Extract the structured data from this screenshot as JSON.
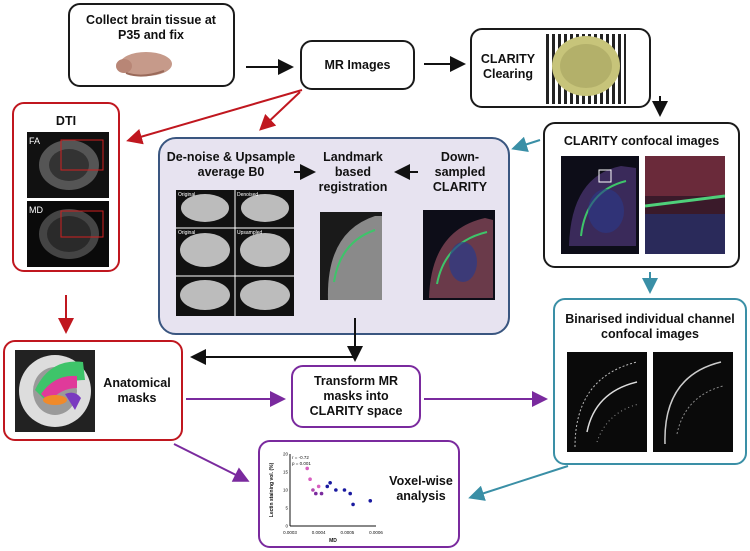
{
  "boxes": {
    "collect": "Collect brain tissue at P35 and fix",
    "mr": "MR Images",
    "clarity_clearing": "CLARITY Clearing",
    "dti": "DTI",
    "clarity_confocal": "CLARITY confocal images",
    "denoise": "De-noise & Upsample average B0",
    "landmark": "Landmark based registration",
    "downsampled": "Down-sampled CLARITY",
    "anatomical": "Anatomical masks",
    "transform": "Transform MR masks into CLARITY space",
    "binarised": "Binarised individual channel confocal images",
    "voxel": "Voxel-wise analysis"
  },
  "dti_labels": {
    "fa": "FA",
    "md": "MD"
  },
  "thumb_labels": {
    "original1": "Original",
    "denoised": "Denoised",
    "original2": "Original",
    "upsampled": "Upsampled"
  },
  "colors": {
    "red": "#c0171f",
    "teal": "#3a8fa6",
    "purple": "#7a2a9e",
    "navy": "#3a5680",
    "black": "#111111"
  },
  "chart_data": {
    "type": "scatter",
    "xlabel": "MD",
    "ylabel": "Lectin staining vol. (%)",
    "x_ticks": [
      "0.0003",
      "0.0004",
      "0.0005",
      "0.0006"
    ],
    "y_ticks": [
      "0",
      "5",
      "10",
      "15",
      "20"
    ],
    "annotation": [
      "r = -0.72",
      "p = 0.001"
    ],
    "points": [
      {
        "x": 0.00036,
        "y": 16,
        "c": "#d85fc0"
      },
      {
        "x": 0.00037,
        "y": 13,
        "c": "#d85fc0"
      },
      {
        "x": 0.00038,
        "y": 10,
        "c": "#b048b0"
      },
      {
        "x": 0.00039,
        "y": 9,
        "c": "#7a2a9e"
      },
      {
        "x": 0.0004,
        "y": 11,
        "c": "#d85fc0"
      },
      {
        "x": 0.00041,
        "y": 9,
        "c": "#7a2a9e"
      },
      {
        "x": 0.00043,
        "y": 11,
        "c": "#1a1aa0"
      },
      {
        "x": 0.00044,
        "y": 12,
        "c": "#1a1aa0"
      },
      {
        "x": 0.00046,
        "y": 10,
        "c": "#1a1aa0"
      },
      {
        "x": 0.00049,
        "y": 10,
        "c": "#1a1aa0"
      },
      {
        "x": 0.00051,
        "y": 9,
        "c": "#1a1aa0"
      },
      {
        "x": 0.00052,
        "y": 6,
        "c": "#1a1aa0"
      },
      {
        "x": 0.00058,
        "y": 7,
        "c": "#1a1aa0"
      }
    ]
  }
}
